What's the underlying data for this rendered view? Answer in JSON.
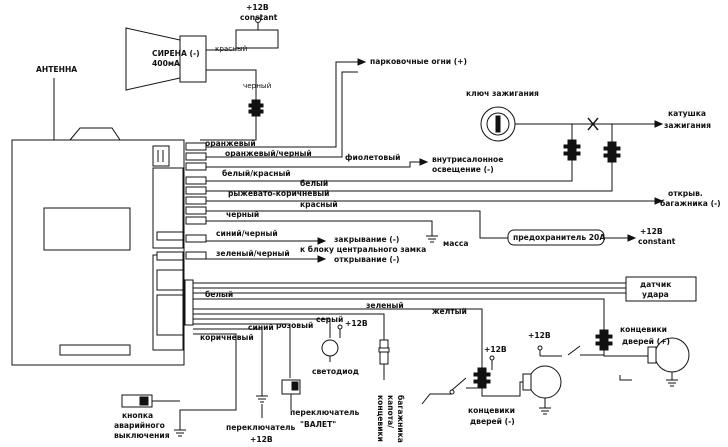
{
  "labels": {
    "antenna": "АНТЕННА",
    "siren": "СИРЕНА (-)",
    "siren_current": "400мА",
    "plus12_constant_top": "+12В",
    "constant_top": "constant",
    "red_siren": "красный",
    "black_siren": "черный",
    "parking_lights": "парковочные огни (+)",
    "ignition_key": "ключ зажигания",
    "ignition_coil": "катушка",
    "ignition_coil_2": "зажигания",
    "orange": "оранжевый",
    "orange_black": "оранжевый/черный",
    "violet": "фиолетовый",
    "interior_light": "внутрисалонное",
    "interior_light_2": "освещение (-)",
    "white_red": "белый/красный",
    "white": "белый",
    "red_brown": "рыжевато-коричневый",
    "trunk_open": "открыв.",
    "trunk_open_2": "багажника (-)",
    "red": "красный",
    "black": "черный",
    "fuse": "предохранитель 20А",
    "plus12_constant_fuse": "+12В",
    "constant_fuse": "constant",
    "blue_black": "синий/черный",
    "lock": "закрывание (-)",
    "central_lock": "к блоку центрального замка",
    "ground": "масса",
    "green_black": "зеленый/черный",
    "unlock": "открывание (-)",
    "shock_sensor": "датчик",
    "shock_sensor_2": "удара",
    "white_bottom": "белый",
    "yellow": "желтый",
    "brown": "коричневый",
    "blue": "синий",
    "pink": "розовый",
    "gray": "серый",
    "green": "зеленый",
    "plus12_led": "+12В",
    "led": "светодиод",
    "hood_switch": "концевики",
    "hood_switch_2": "капота/",
    "hood_switch_3": "багажника",
    "plus12_door_minus": "+12В",
    "door_switch_minus": "концевики",
    "door_switch_minus_2": "дверей (-)",
    "plus12_door_plus": "+12В",
    "door_switch_plus": "концевики",
    "door_switch_plus_2": "дверей (+)",
    "emergency_button": "кнопка",
    "emergency_button_2": "аварийного",
    "emergency_button_3": "выключения",
    "switch_plus12": "переключатель",
    "switch_plus12_2": "+12В",
    "valet_switch": "переключатель",
    "valet_switch_2": "\"ВАЛЕТ\""
  }
}
